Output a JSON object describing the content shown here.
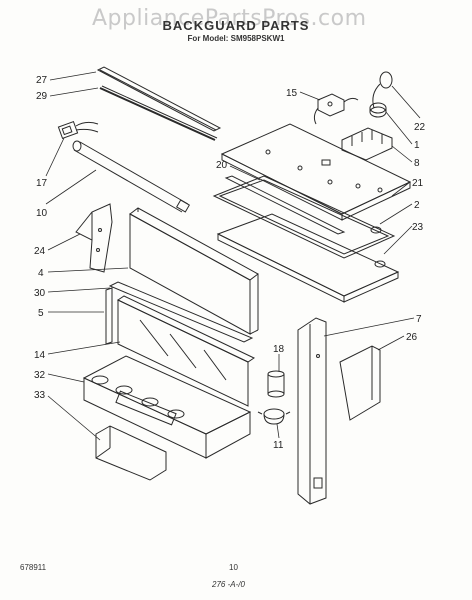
{
  "watermark": "AppliancePartsPros.com",
  "title": "BACKGUARD PARTS",
  "subtitle": "For Model: SM958PSKW1",
  "doc_number": "678911",
  "page_number": "10",
  "date_code": "276 -A-/0",
  "callouts": {
    "c27": "27",
    "c29": "29",
    "c17": "17",
    "c10": "10",
    "c24": "24",
    "c4": "4",
    "c30": "30",
    "c5": "5",
    "c14": "14",
    "c32": "32",
    "c33": "33",
    "c15": "15",
    "c22": "22",
    "c1": "1",
    "c8": "8",
    "c20": "20",
    "c21": "21",
    "c2": "2",
    "c23": "23",
    "c7": "7",
    "c26": "26",
    "c18": "18",
    "c11": "11"
  }
}
